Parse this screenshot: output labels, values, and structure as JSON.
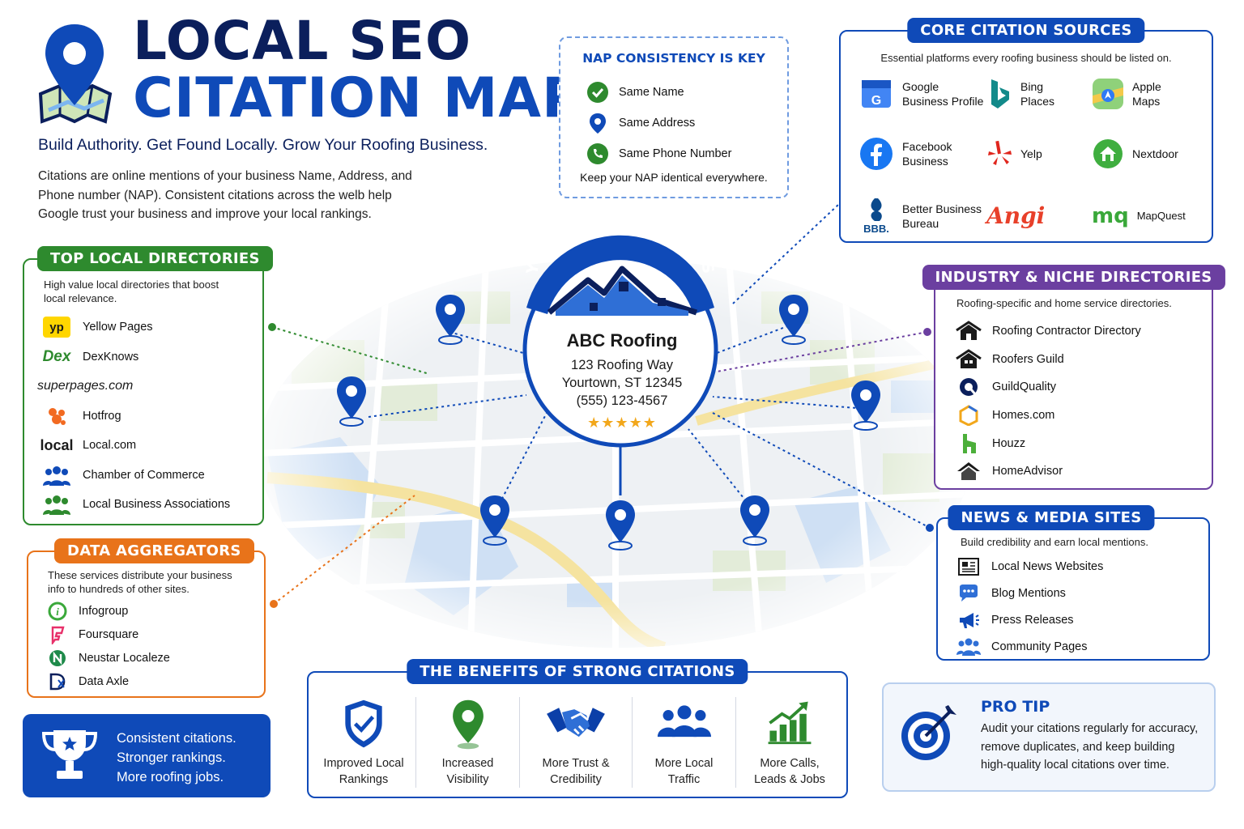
{
  "header": {
    "title_line1": "LOCAL SEO",
    "title_line2": "CITATION MAP",
    "tagline": "Build Authority. Get Found Locally. Grow Your Roofing Business.",
    "intro_line1": "Citations are online mentions of your business Name, Address, and",
    "intro_line2": "Phone number (NAP). Consistent citations across the welb help",
    "intro_line3": "Google trust your business and improve your local rankings."
  },
  "nap": {
    "title": "NAP CONSISTENCY IS KEY",
    "items": [
      "Same Name",
      "Same Address",
      "Same Phone Number"
    ],
    "footer": "Keep your NAP identical everywhere."
  },
  "core": {
    "title": "CORE CITATION SOURCES",
    "desc": "Essential platforms every roofing business should be listed on.",
    "items": [
      {
        "l1": "Google",
        "l2": "Business Profile",
        "icon": "google-business-icon"
      },
      {
        "l1": "Bing",
        "l2": "Places",
        "icon": "bing-icon"
      },
      {
        "l1": "Apple",
        "l2": "Maps",
        "icon": "apple-maps-icon"
      },
      {
        "l1": "Facebook",
        "l2": "Business",
        "icon": "facebook-icon"
      },
      {
        "l1": "Yelp",
        "l2": "",
        "icon": "yelp-icon"
      },
      {
        "l1": "Nextdoor",
        "l2": "",
        "icon": "nextdoor-icon"
      },
      {
        "l1": "Better Business",
        "l2": "Bureau",
        "icon": "bbb-icon"
      },
      {
        "l1": "",
        "l2": "",
        "icon": "angi-icon",
        "logo": "Angi"
      },
      {
        "l1": "MapQuest",
        "l2": "",
        "icon": "mapquest-icon",
        "logo": "mq"
      }
    ]
  },
  "top_dirs": {
    "title": "TOP LOCAL DIRECTORIES",
    "desc_line1": "High value local directories that boost",
    "desc_line2": "local relevance.",
    "items": [
      {
        "label": "Yellow Pages",
        "logo": "yp"
      },
      {
        "label": "DexKnows",
        "logo": "Dex"
      },
      {
        "label": "",
        "logo": "superpages.com"
      },
      {
        "label": "Hotfrog",
        "logo": ""
      },
      {
        "label": "Local.com",
        "logo": "local"
      },
      {
        "label": "Chamber of Commerce",
        "logo": ""
      },
      {
        "label": "Local Business Associations",
        "logo": ""
      }
    ]
  },
  "aggregators": {
    "title": "DATA AGGREGATORS",
    "desc_line1": "These services distribute your business",
    "desc_line2": "info to hundreds of other sites.",
    "items": [
      "Infogroup",
      "Foursquare",
      "Neustar Localeze",
      "Data Axle"
    ]
  },
  "business": {
    "arc_text": "YOUR ROOFING BUSINESS",
    "name": "ABC Roofing",
    "street": "123 Roofing Way",
    "city": "Yourtown, ST 12345",
    "phone": "(555) 123-4567",
    "stars": "★★★★★"
  },
  "industry": {
    "title": "INDUSTRY & NICHE DIRECTORIES",
    "desc": "Roofing-specific and home service directories.",
    "items": [
      "Roofing Contractor Directory",
      "Roofers Guild",
      "GuildQuality",
      "Homes.com",
      "Houzz",
      "HomeAdvisor"
    ]
  },
  "news": {
    "title": "NEWS & MEDIA SITES",
    "desc": "Build credibility and earn local mentions.",
    "items": [
      "Local News Websites",
      "Blog Mentions",
      "Press Releases",
      "Community Pages"
    ]
  },
  "benefits": {
    "title": "THE BENEFITS OF STRONG CITATIONS",
    "items": [
      {
        "l1": "Improved Local",
        "l2": "Rankings"
      },
      {
        "l1": "Increased",
        "l2": "Visibility"
      },
      {
        "l1": "More Trust &",
        "l2": "Credibility"
      },
      {
        "l1": "More Local",
        "l2": "Traffic"
      },
      {
        "l1": "More Calls,",
        "l2": "Leads & Jobs"
      }
    ]
  },
  "trophy": {
    "line1": "Consistent citations.",
    "line2": "Stronger rankings.",
    "line3": "More roofing jobs."
  },
  "pro_tip": {
    "title": "PRO TIP",
    "line1": "Audit your citations regularly for accuracy,",
    "line2": "remove duplicates, and keep building",
    "line3": "high-quality local citations over time."
  },
  "colors": {
    "navy": "#0b1f5c",
    "blue": "#0f4ab8",
    "green": "#2e8a2e",
    "orange": "#e8731a",
    "purple": "#6b3fa0"
  }
}
